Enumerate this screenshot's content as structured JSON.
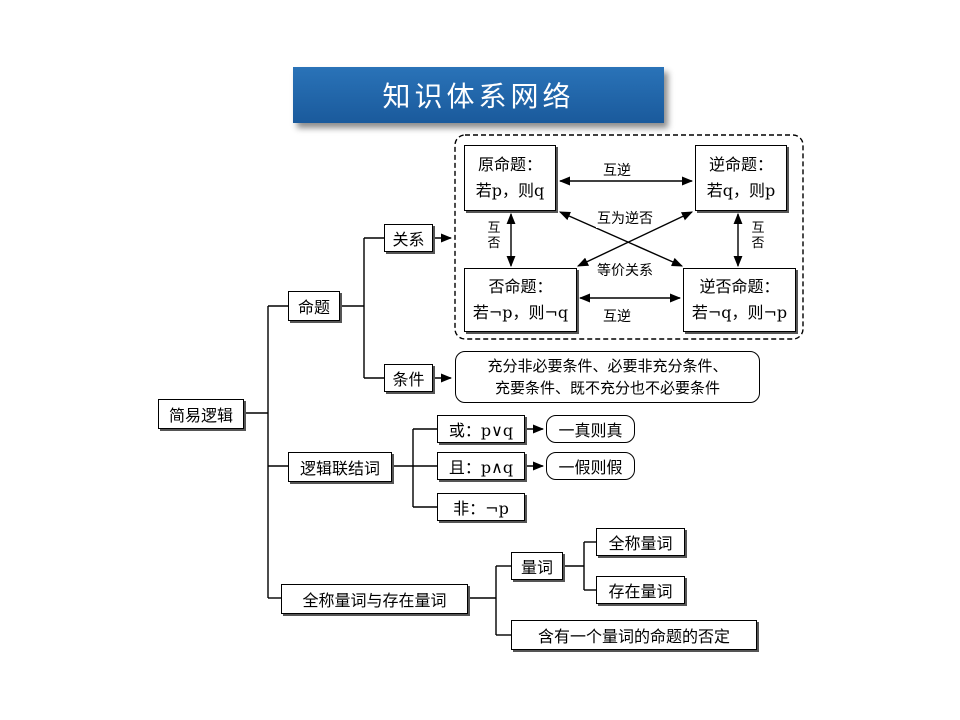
{
  "title": "知识体系网络",
  "root": "简易逻辑",
  "proposition": {
    "label": "命题",
    "relation": {
      "label": "关系",
      "original": {
        "line1": "原命题：",
        "line2": "若p，则q"
      },
      "converse": {
        "line1": "逆命题：",
        "line2": "若q，则p"
      },
      "inverse": {
        "line1": "否命题：",
        "line2": "若¬p，则¬q"
      },
      "contrapositive": {
        "line1": "逆否命题：",
        "line2": "若¬q，则¬p"
      },
      "edge_top": "互逆",
      "edge_bottom": "互逆",
      "edge_left": "互否",
      "edge_right": "互否",
      "diag_upper": "互为逆否",
      "diag_lower": "等价关系"
    },
    "condition": {
      "label": "条件",
      "text_line1": "充分非必要条件、必要非充分条件、",
      "text_line2": "充要条件、既不充分也不必要条件"
    }
  },
  "connectives": {
    "label": "逻辑联结词",
    "or": {
      "label": "或：p∨q",
      "result": "一真则真"
    },
    "and": {
      "label": "且：p∧q",
      "result": "一假则假"
    },
    "not": {
      "label": "非：¬p"
    }
  },
  "quantifiers": {
    "label": "全称量词与存在量词",
    "quantifier": "量词",
    "universal": "全称量词",
    "existential": "存在量词",
    "negation": "含有一个量词的命题的否定"
  }
}
